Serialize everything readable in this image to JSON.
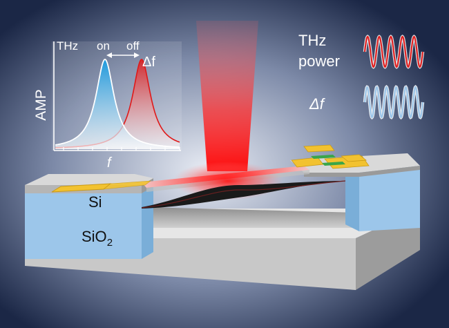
{
  "colors": {
    "background_center": "#e8ecf4",
    "background_edge": "#1b2746",
    "silicon": "#d2d2d2",
    "silicon_dark": "#9a9a9a",
    "oxide": "#9cc6ea",
    "oxide_dark": "#7aaed8",
    "gold": "#f2c230",
    "gold_dark": "#c99a17",
    "green": "#3aa64a",
    "thz_beam": "#ff2020",
    "on_curve": "#2aa8e8",
    "off_curve": "#e01818",
    "power_wave": "#e02020",
    "df_wave": "#9cc6ea"
  },
  "icons": {
    "thz_beam": "thz-beam-icon",
    "power_wave": "sine-wave-icon",
    "df_wave": "sine-wave-icon",
    "shift_arrow": "double-arrow-icon"
  },
  "spectrum": {
    "ylabel": "AMP",
    "xlabel": "f",
    "title": "THz",
    "on_label": "on",
    "off_label": "off",
    "shift_label": "Δf"
  },
  "legend": {
    "power_line1": "THz",
    "power_line2": "power",
    "shift_label": "Δf"
  },
  "device": {
    "si_label": "Si",
    "sio2_label_main": "SiO",
    "sio2_label_sub": "2"
  }
}
